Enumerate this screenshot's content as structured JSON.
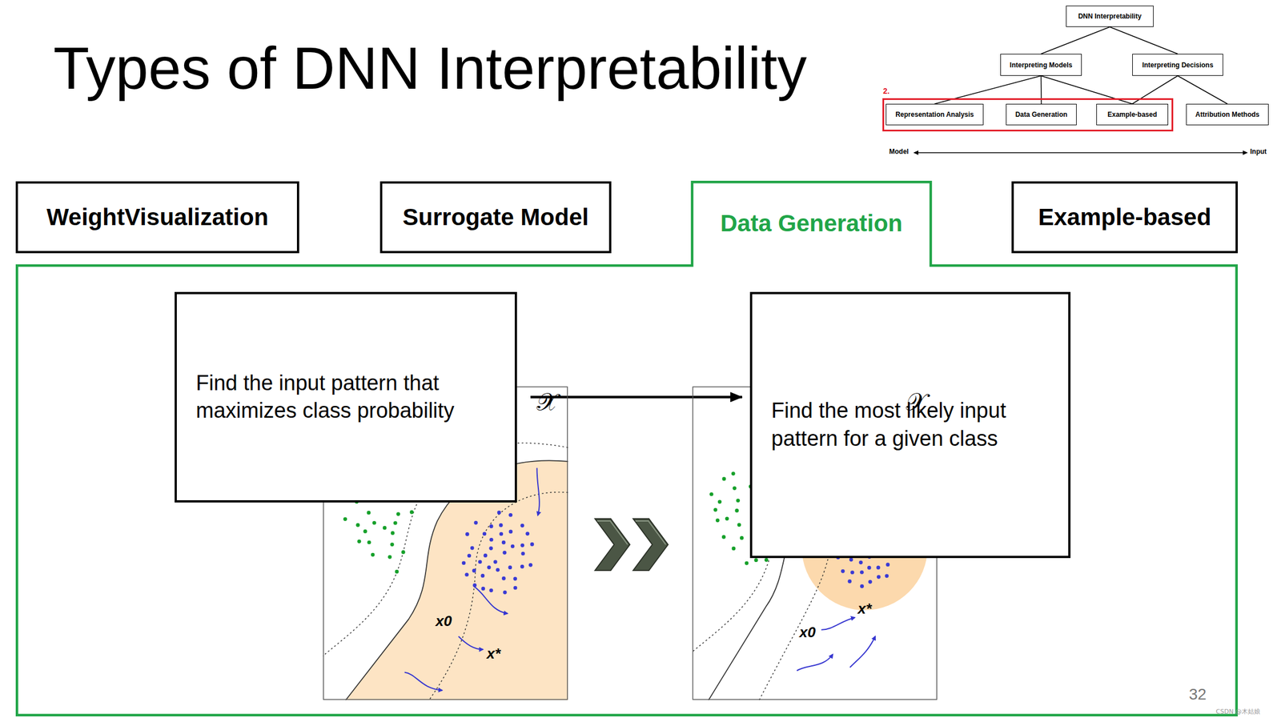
{
  "diagram": {
    "title": "Types of DNN Interpretability",
    "nodes": [
      {
        "text": [
          "DNN Interpretability"
        ]
      },
      {
        "text": [
          "Interpreting Models"
        ]
      },
      {
        "text": [
          "Interpreting Decisions"
        ]
      },
      {
        "text": [
          "2."
        ]
      },
      {
        "text": [
          "Representation Analysis"
        ],
        "in": 3
      },
      {
        "text": [
          "Data Generation"
        ],
        "in": 3
      },
      {
        "text": [
          "Example-based"
        ],
        "in": 3
      },
      {
        "text": [
          "Attribution Methods"
        ]
      },
      {
        "text": [
          "WeightVisualization"
        ]
      },
      {
        "text": [
          "Surrogate Model"
        ]
      },
      {
        "text": [
          "Data Generation"
        ]
      },
      {
        "text": [
          "Example-based"
        ]
      },
      {
        "text": [
          "Find the input pattern that maximizes class probability"
        ],
        "in": 10
      },
      {
        "text": [
          "Find the most likely input pattern for a given class"
        ],
        "in": 10
      }
    ],
    "edges": [
      {
        "from": 0,
        "to": 1,
        "arrow": "none"
      },
      {
        "from": 0,
        "to": 2,
        "arrow": "none"
      },
      {
        "from": 1,
        "to": 4,
        "arrow": "none"
      },
      {
        "from": 1,
        "to": 5,
        "arrow": "none"
      },
      {
        "from": 1,
        "to": 6,
        "arrow": "none"
      },
      {
        "from": 2,
        "to": 6,
        "arrow": "none"
      },
      {
        "from": 2,
        "to": 7,
        "arrow": "none"
      },
      {
        "from": 12,
        "to": 13,
        "arrow": "to"
      }
    ],
    "labels": [
      "Model",
      "Input",
      "𝒳",
      "x0",
      "x*",
      "𝒳",
      "x0",
      "x*",
      "32",
      "CSDN @木姑娘"
    ]
  }
}
